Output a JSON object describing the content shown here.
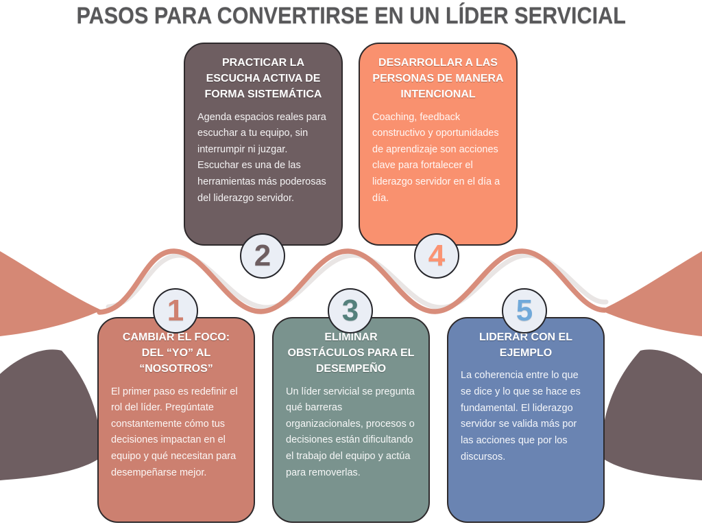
{
  "title": "PASOS PARA CONVERTIRSE EN UN LÍDER SERVICIAL",
  "title_color": "#58585a",
  "background_color": "#ffffff",
  "decor": {
    "wave_color": "#d88d7b",
    "wave_shadow_color": "#e9e5e4",
    "wing_salmon_color": "#d58875",
    "wing_dark_color": "#6e5e61",
    "badge_fill": "#eaeef5",
    "badge_border": "#26262b"
  },
  "steps": [
    {
      "number": "1",
      "title": "CAMBIAR EL FOCO: DEL “YO” AL “NOSOTROS”",
      "body": "El primer paso es redefinir el rol del líder. Pregúntate constantemente cómo tus decisiones impactan en el equipo y qué necesitan para desempeñarse mejor.",
      "card_color": "#cc8070",
      "number_color": "#cf8170",
      "row": "bottom"
    },
    {
      "number": "2",
      "title": "PRACTICAR LA ESCUCHA ACTIVA DE FORMA SISTEMÁTICA",
      "body": "Agenda espacios reales para escuchar a tu equipo, sin interrumpir ni juzgar. Escuchar es una de las herramientas más poderosas del liderazgo servidor.",
      "card_color": "#6e5e61",
      "number_color": "#6e5e61",
      "row": "top"
    },
    {
      "number": "3",
      "title": "ELIMINAR OBSTÁCULOS PARA EL DESEMPEÑO",
      "body": "Un líder servicial se pregunta qué barreras organizacionales, procesos o decisiones están dificultando el trabajo del equipo y actúa para removerlas.",
      "card_color": "#7a938e",
      "number_color": "#54807c",
      "row": "bottom"
    },
    {
      "number": "4",
      "title": "DESARROLLAR A LAS PERSONAS DE MANERA INTENCIONAL",
      "body": "Coaching, feedback constructivo y oportunidades de aprendizaje son acciones clave para fortalecer el liderazgo servidor en el día a día.",
      "card_color": "#f9916f",
      "number_color": "#fb9372",
      "row": "top"
    },
    {
      "number": "5",
      "title": "LIDERAR CON EL EJEMPLO",
      "body": "La coherencia entre lo que se dice y lo que se hace es fundamental. El liderazgo servidor se valida más por las acciones que por los discursos.",
      "card_color": "#6a84b2",
      "number_color": "#70a9da",
      "row": "bottom"
    }
  ]
}
